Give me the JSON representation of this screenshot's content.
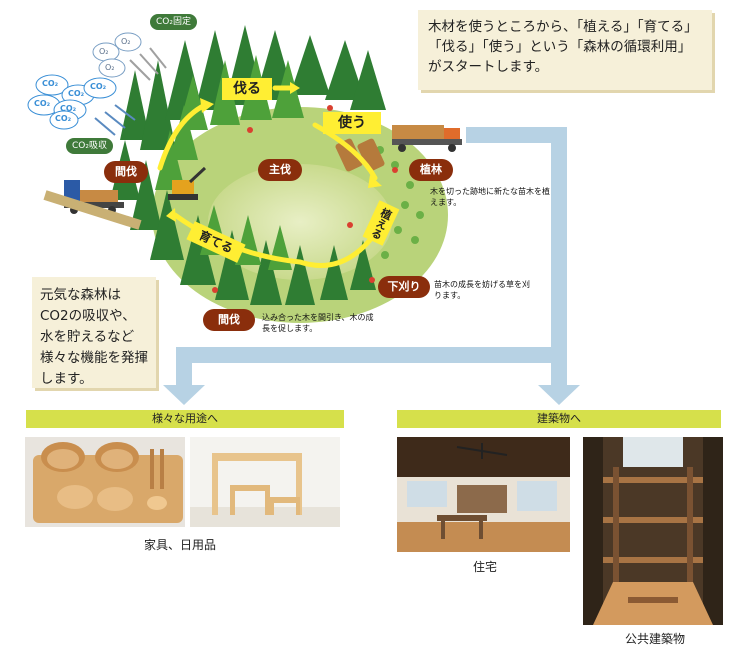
{
  "top_note": "木材を使うところから、「植える」「育てる」「伐る」「使う」という「森林の循環利用」がスタートします。",
  "left_note": "元気な森林はCO2の吸収や、水を貯えるなど様々な機能を発揮します。",
  "co2_fixed_label": "CO₂固定",
  "co2_absorb_label": "CO₂吸収",
  "co2_bubble_labels": [
    "CO₂",
    "CO₂",
    "CO₂",
    "CO₂",
    "CO₂",
    "CO₂"
  ],
  "o2_bubble_labels": [
    "O₂",
    "O₂",
    "O₂"
  ],
  "cycle": {
    "kiru": "伐る",
    "tsukau": "使う",
    "ueru": "植える",
    "sodateru": "育てる"
  },
  "stages": {
    "shubatsu": "主伐",
    "shokurin": "植林",
    "shitagari": "下刈り",
    "kanbatsu_top": "間伐",
    "kanbatsu_bottom": "間伐"
  },
  "descriptions": {
    "shokurin": "木を切った跡地に新たな苗木を植えます。",
    "shitagari": "苗木の成長を妨げる草を刈ります。",
    "kanbatsu": "込み合った木を間引き、木の成長を促します。"
  },
  "bands": {
    "various": "様々な用途へ",
    "buildings": "建築物へ"
  },
  "captions": {
    "furniture": "家具、日用品",
    "house": "住宅",
    "public": "公共建築物"
  }
}
